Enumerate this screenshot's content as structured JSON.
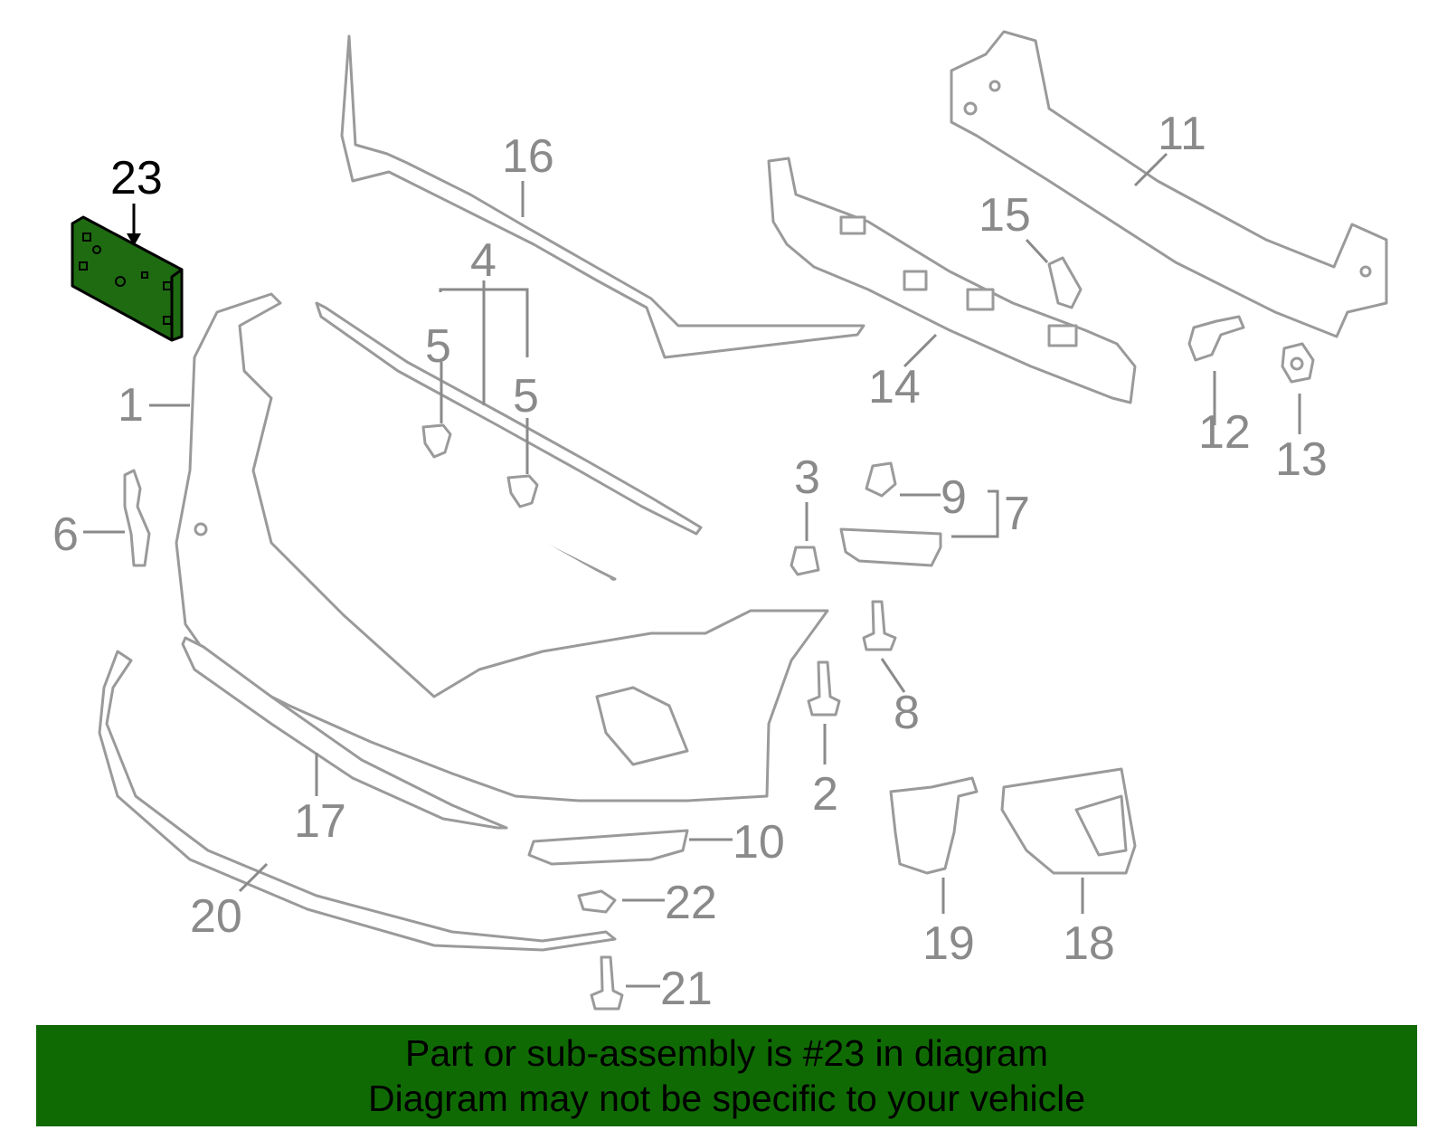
{
  "colors": {
    "highlight": "#1f6b12",
    "banner": "#106a04",
    "line": "#9a9a9a",
    "callout": "#8a8a8a"
  },
  "callouts": {
    "c1": "1",
    "c2": "2",
    "c3": "3",
    "c4": "4",
    "c5a": "5",
    "c5b": "5",
    "c6": "6",
    "c7": "7",
    "c8": "8",
    "c9": "9",
    "c10": "10",
    "c11": "11",
    "c12": "12",
    "c13": "13",
    "c14": "14",
    "c15": "15",
    "c16": "16",
    "c17": "17",
    "c18": "18",
    "c19": "19",
    "c20": "20",
    "c21": "21",
    "c22": "22",
    "c23": "23"
  },
  "highlighted_part": "23",
  "banner": {
    "line1": "Part or sub-assembly is #23 in diagram",
    "line2": "Diagram may not be specific to your vehicle"
  }
}
